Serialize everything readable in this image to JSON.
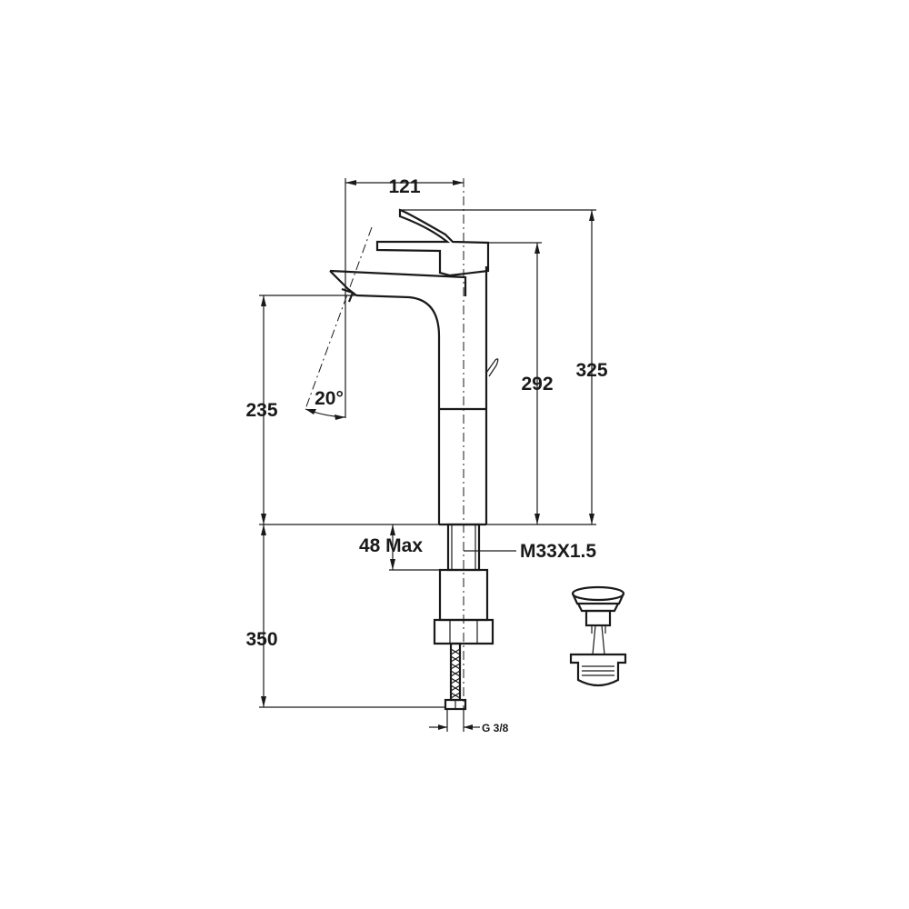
{
  "dimensions": {
    "spout_reach": "121",
    "spout_height": "235",
    "body_height": "292",
    "total_height": "325",
    "swivel_angle": "20°",
    "deck_thickness": "48 Max",
    "thread": "M33X1.5",
    "hose_length": "350",
    "connection": "G 3/8"
  },
  "colors": {
    "line": "#1a1a1a",
    "background": "#ffffff"
  }
}
